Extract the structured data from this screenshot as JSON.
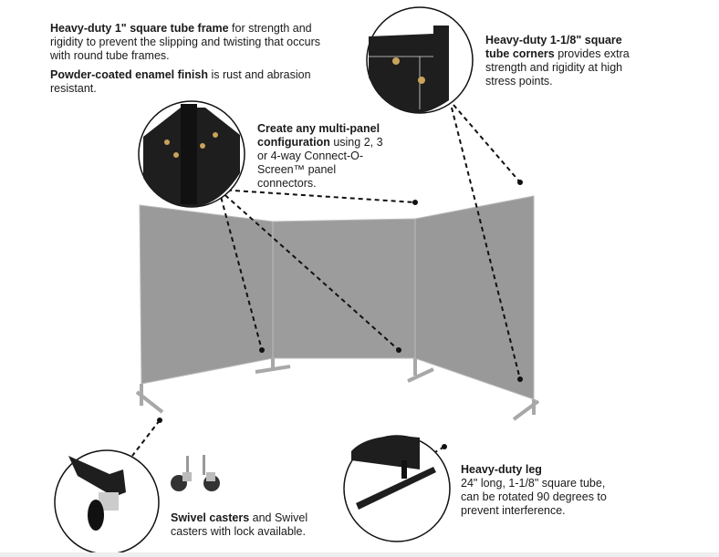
{
  "callouts": {
    "frame": {
      "bold1": "Heavy-duty 1\" square tube frame",
      "text1": " for strength and rigidity to prevent the slipping and twisting that occurs with round tube frames.",
      "bold2": "Powder-coated enamel finish",
      "text2": " is rust and abrasion resistant."
    },
    "config": {
      "bold": "Create any multi-panel configuration",
      "text": " using 2, 3 or 4-way Connect-O-Screen™ panel connectors."
    },
    "corners": {
      "bold": "Heavy-duty 1-1/8\" square tube corners",
      "text": " provides extra strength and rigidity at high stress points."
    },
    "casters": {
      "bold": "Swivel casters",
      "text": " and Swivel casters with lock available."
    },
    "leg": {
      "bold": "Heavy-duty leg",
      "text": "24\" long, 1-1/8\" square tube, can be rotated 90 degrees to prevent interference."
    }
  },
  "colors": {
    "panel": "#9a9a9a",
    "frame": "#1c1c1c",
    "leg": "#a8a8a8"
  }
}
